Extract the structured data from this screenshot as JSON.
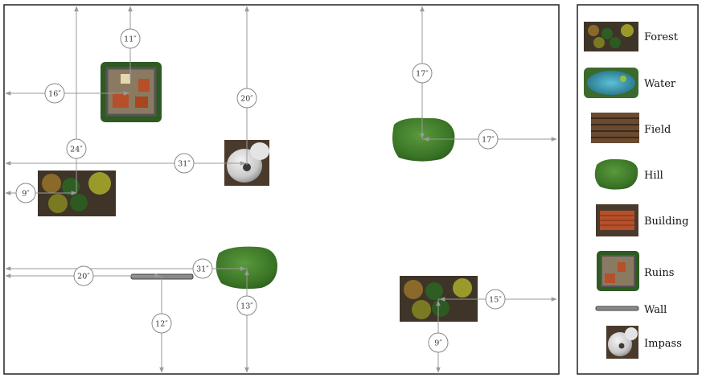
{
  "legend": {
    "items": [
      {
        "icon": "forest-icon",
        "label": "Forest"
      },
      {
        "icon": "water-icon",
        "label": "Water"
      },
      {
        "icon": "field-icon",
        "label": "Field"
      },
      {
        "icon": "hill-icon",
        "label": "Hill"
      },
      {
        "icon": "building-icon",
        "label": "Building"
      },
      {
        "icon": "ruins-icon",
        "label": "Ruins"
      },
      {
        "icon": "wall-icon",
        "label": "Wall"
      },
      {
        "icon": "impass-icon",
        "label": "Impass"
      }
    ]
  },
  "measurements": {
    "ruins_top": "11″",
    "ruins_left": "16″",
    "impass_top": "20″",
    "impass_left": "31″",
    "forest_top": "24″",
    "forest_left": "9″",
    "hill_right_top": "17″",
    "hill_right_right": "17″",
    "hill_bottom_left": "31″",
    "hill_bottom_bottom": "13″",
    "wall_left": "20″",
    "wall_bottom": "12″",
    "forest_br_right": "15″",
    "forest_br_bottom": "9″"
  },
  "colors": {
    "arrow": "#9a9a9a",
    "border": "#222222",
    "forest_ground": "#3e3428",
    "hill": "#3f7a2a",
    "water": "#2f8fa8",
    "field": "#6a4a30",
    "roof": "#b5502a",
    "rock": "#d8d8d8"
  }
}
